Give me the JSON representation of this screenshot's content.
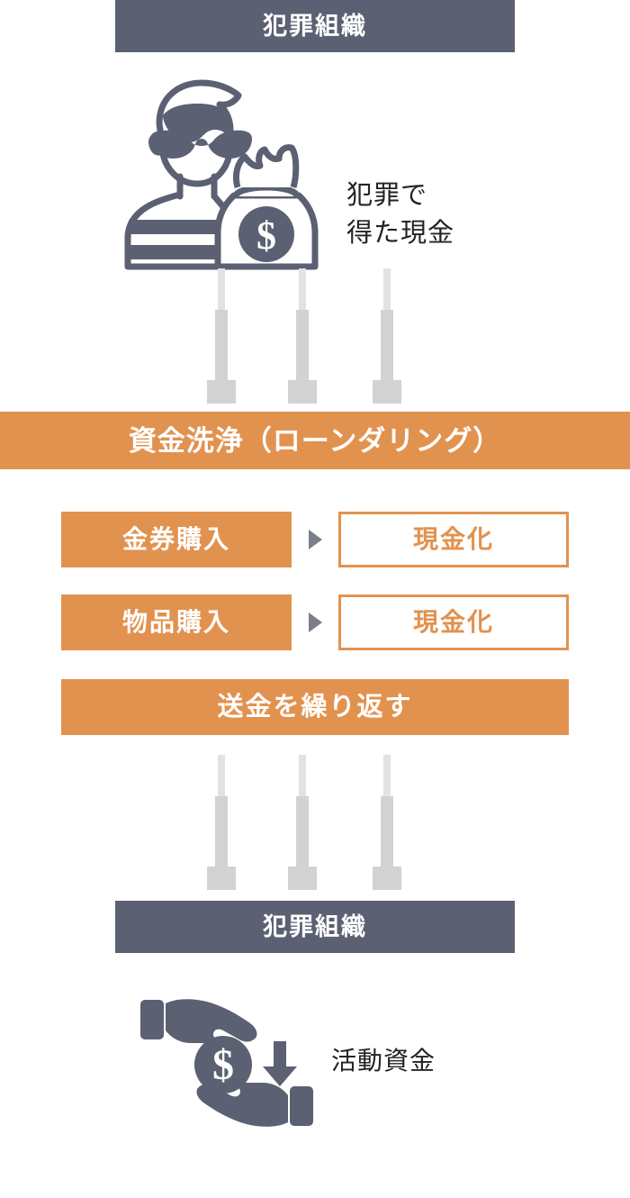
{
  "figure": {
    "title_top": "犯罪組織",
    "title_bottom": "犯罪組織",
    "banner": "資金洗浄（ローンダリング）",
    "caption_crime_cash": "犯罪で\n得た現金",
    "caption_activity_funds": "活動資金",
    "repeat_bar": "送金を繰り返す"
  },
  "methods": [
    {
      "source": "金券購入",
      "arrow": "▶",
      "target": "現金化"
    },
    {
      "source": "物品購入",
      "arrow": "▶",
      "target": "現金化"
    }
  ],
  "icons": {
    "thief": "thief-with-money-bag-icon",
    "hands": "hands-holding-coin-icon",
    "flow_arrow": "down-arrow-icon",
    "step_arrow": "triangle-right-icon"
  },
  "colors": {
    "org_bar": "#5b6172",
    "accent_orange": "#e2924f",
    "arrow_gray": "#d2d2d2",
    "arrow_gray_light": "#e2e2e2",
    "text_dark": "#232323",
    "background": "#ffffff"
  }
}
